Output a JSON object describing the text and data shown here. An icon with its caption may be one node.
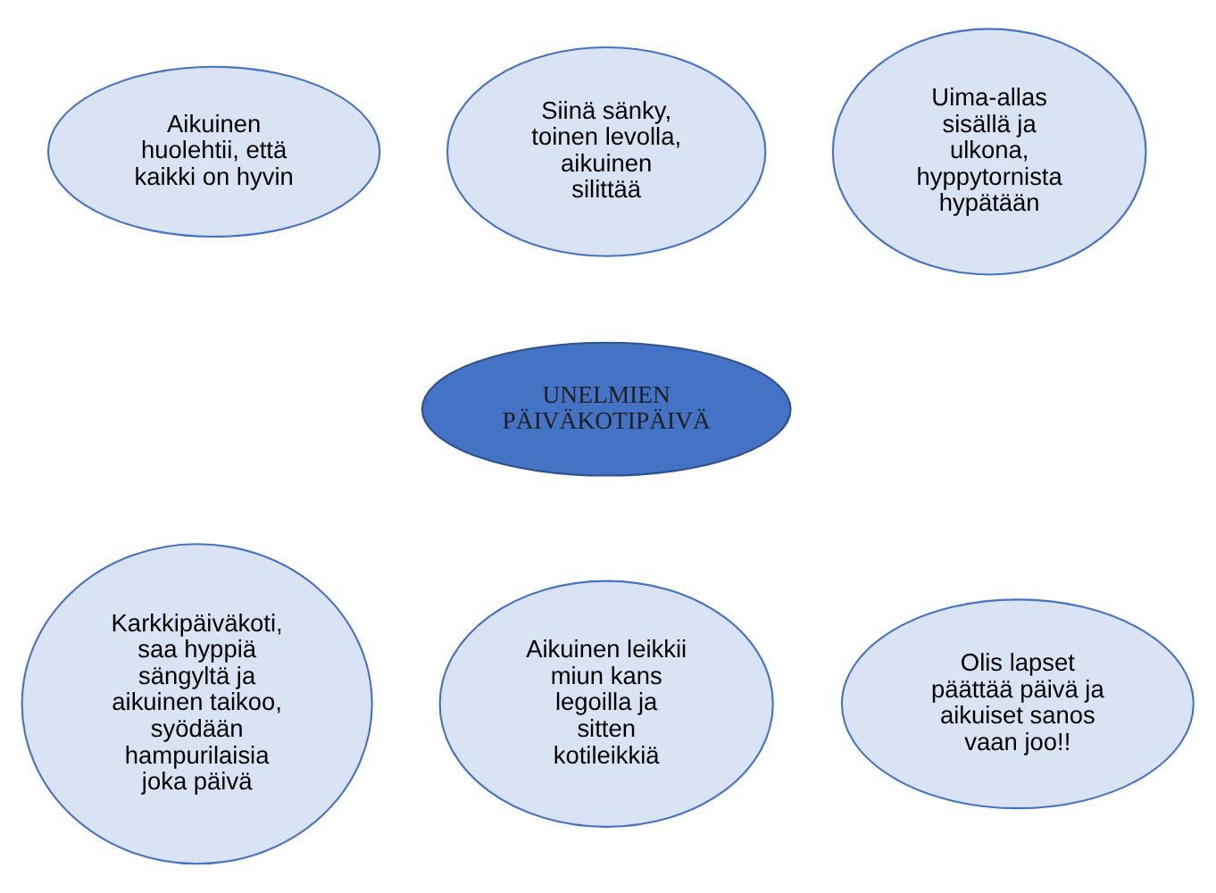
{
  "diagram": {
    "nodes": [
      {
        "text": [
          "Aikuinen huolehtii, että kaikki on hyvin"
        ]
      },
      {
        "text": [
          "Siinä sänky, toinen levolla, aikuinen silittää"
        ]
      },
      {
        "text": [
          "Uima-allas sisällä ja ulkona, hyppytornista hypätään"
        ]
      },
      {
        "text": [
          "UNELMIEN PÄIVÄKOTIPÄIVÄ"
        ]
      },
      {
        "text": [
          "Karkkipäiväkoti, saa hyppiä sängyltä ja aikuinen taikoo, syödään hampurilaisia joka päivä"
        ]
      },
      {
        "text": [
          "Aikuinen leikkii miun kans legoilla ja sitten kotileikkiä"
        ]
      },
      {
        "text": [
          "Olis lapset päättää päivä ja aikuiset sanos vaan joo!!"
        ]
      }
    ],
    "edges": []
  }
}
